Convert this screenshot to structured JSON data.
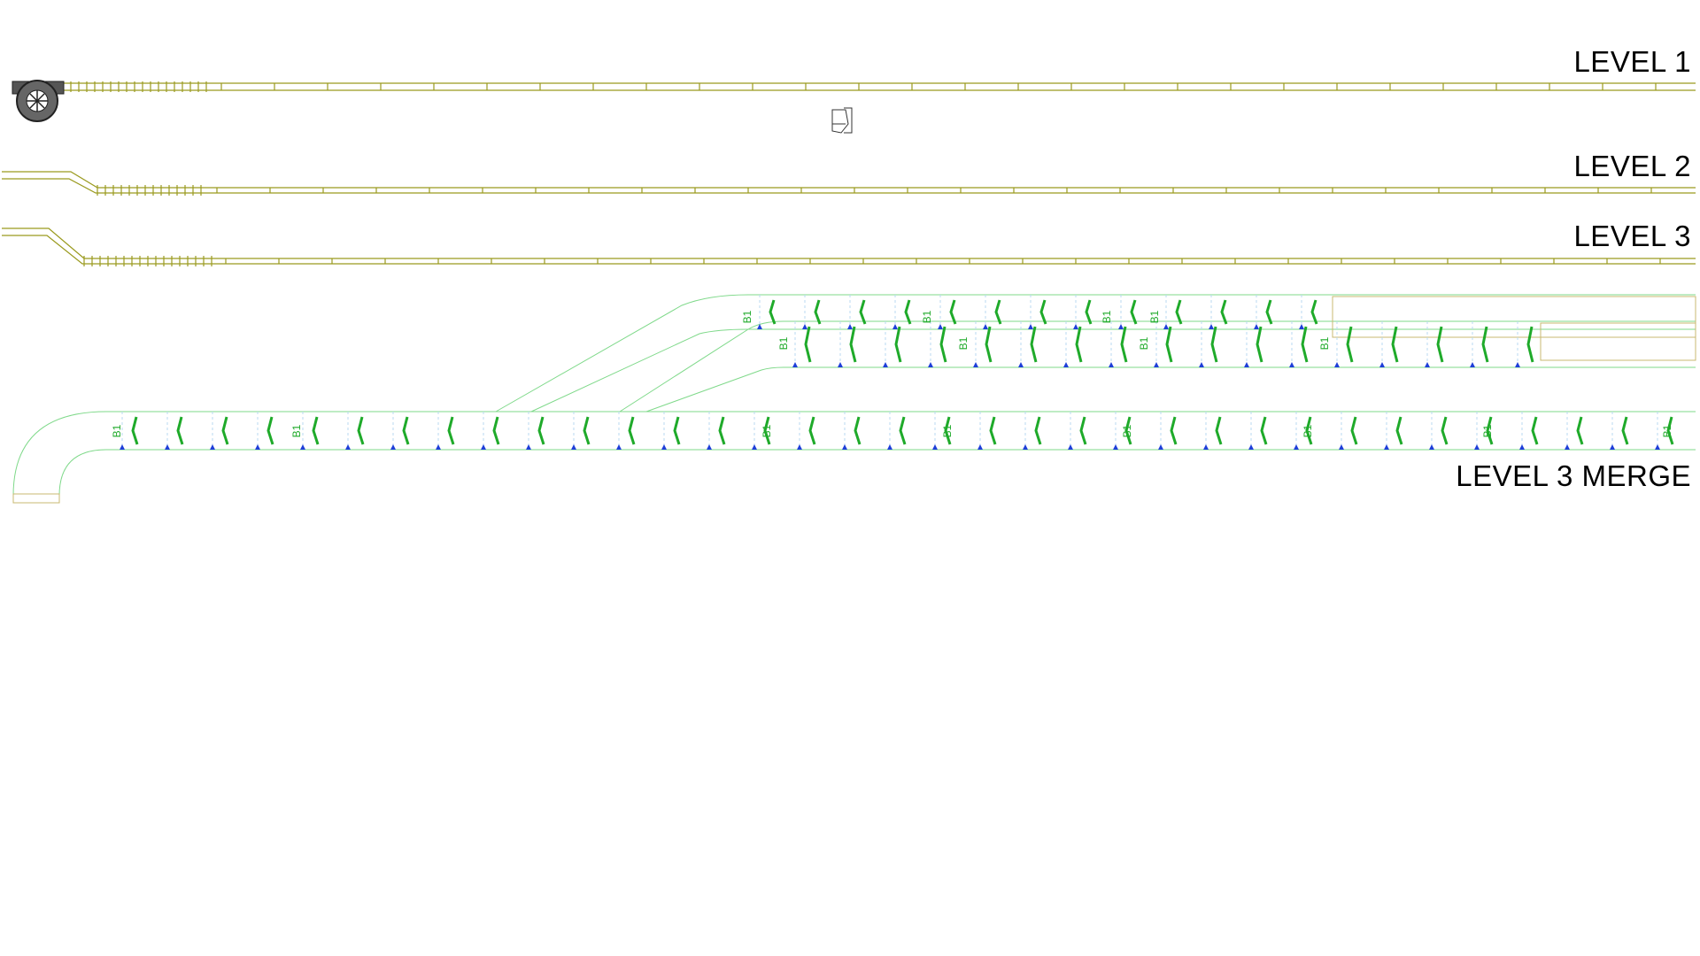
{
  "labels": {
    "level1": "LEVEL 1",
    "level2": "LEVEL 2",
    "level3": "LEVEL 3",
    "level3_merge": "LEVEL 3 MERGE"
  },
  "zone_tag": "B1",
  "colors": {
    "background": "#ffffff",
    "conveyor_line": "#9a9a1e",
    "merge_green": "#1faa2a",
    "merge_outline": "#7fd98a",
    "roller_blue": "#1e3fd8",
    "vehicle_gray": "#555555",
    "label_text": "#000000"
  },
  "icons": [
    "vehicle-icon",
    "part-icon"
  ]
}
